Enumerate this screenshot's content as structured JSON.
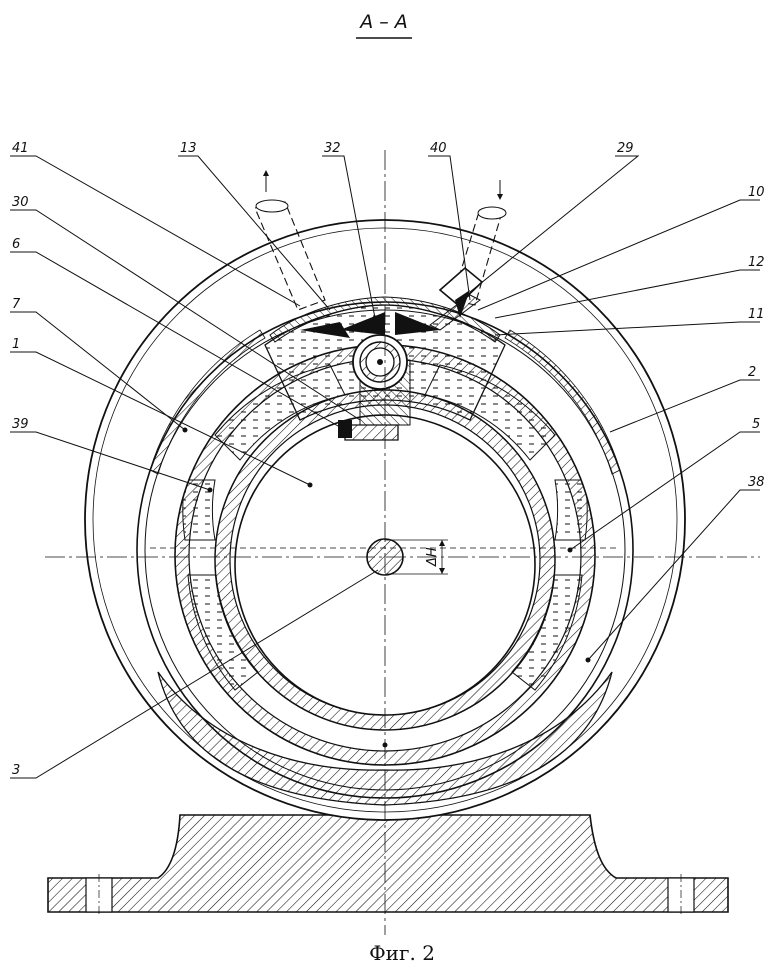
{
  "title": "A – A",
  "caption": "Фиг. 2",
  "dimension_label": "ΔH",
  "labels": [
    {
      "id": "41",
      "text": "41"
    },
    {
      "id": "13",
      "text": "13"
    },
    {
      "id": "32",
      "text": "32"
    },
    {
      "id": "40",
      "text": "40"
    },
    {
      "id": "29",
      "text": "29"
    },
    {
      "id": "10",
      "text": "10"
    },
    {
      "id": "30",
      "text": "30"
    },
    {
      "id": "6",
      "text": "6"
    },
    {
      "id": "12",
      "text": "12"
    },
    {
      "id": "11",
      "text": "11"
    },
    {
      "id": "7",
      "text": "7"
    },
    {
      "id": "1",
      "text": "1"
    },
    {
      "id": "2",
      "text": "2"
    },
    {
      "id": "39",
      "text": "39"
    },
    {
      "id": "5",
      "text": "5"
    },
    {
      "id": "38",
      "text": "38"
    },
    {
      "id": "3",
      "text": "3"
    }
  ],
  "colors": {
    "ink": "#111111",
    "paper": "#ffffff"
  }
}
